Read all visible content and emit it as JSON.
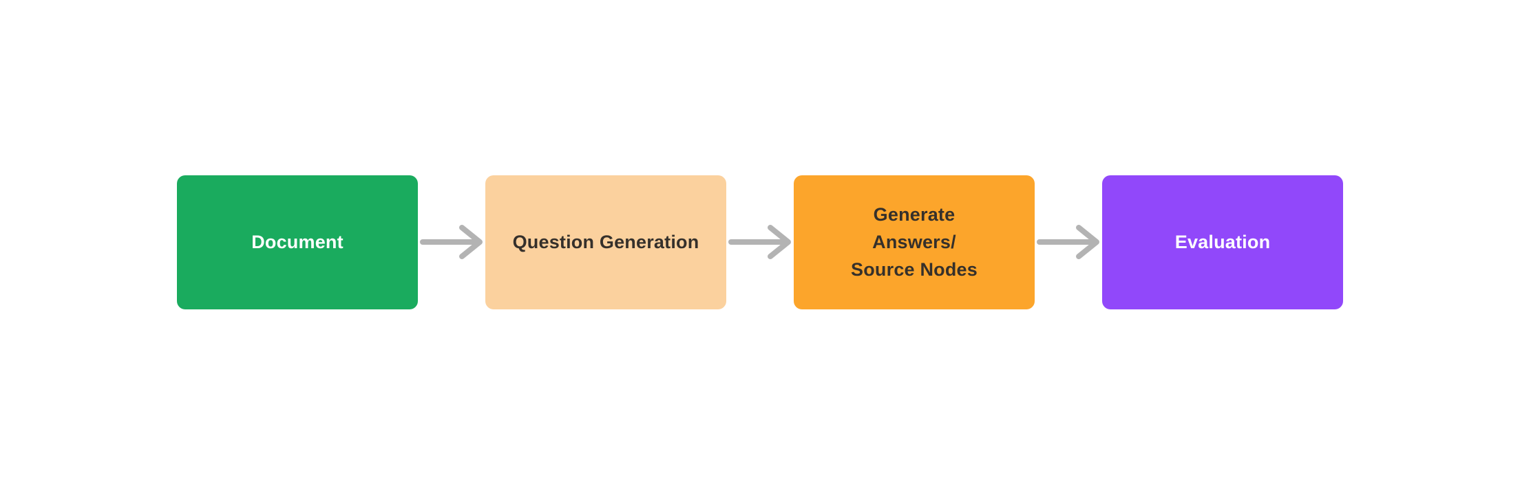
{
  "diagram": {
    "type": "flowchart",
    "direction": "left-to-right",
    "background_color": "#ffffff",
    "arrow_color": "#b3b3b3",
    "nodes": [
      {
        "id": "document",
        "label": "Document",
        "fill": "#1aab5e",
        "text_color": "#ffffff"
      },
      {
        "id": "question-generation",
        "label": "Question Generation",
        "fill": "#fbd19e",
        "text_color": "#35302b"
      },
      {
        "id": "generate-answers-source-nodes",
        "label": "Generate\nAnswers/\nSource Nodes",
        "fill": "#fca52b",
        "text_color": "#35302b"
      },
      {
        "id": "evaluation",
        "label": "Evaluation",
        "fill": "#9148fa",
        "text_color": "#ffffff"
      }
    ]
  }
}
